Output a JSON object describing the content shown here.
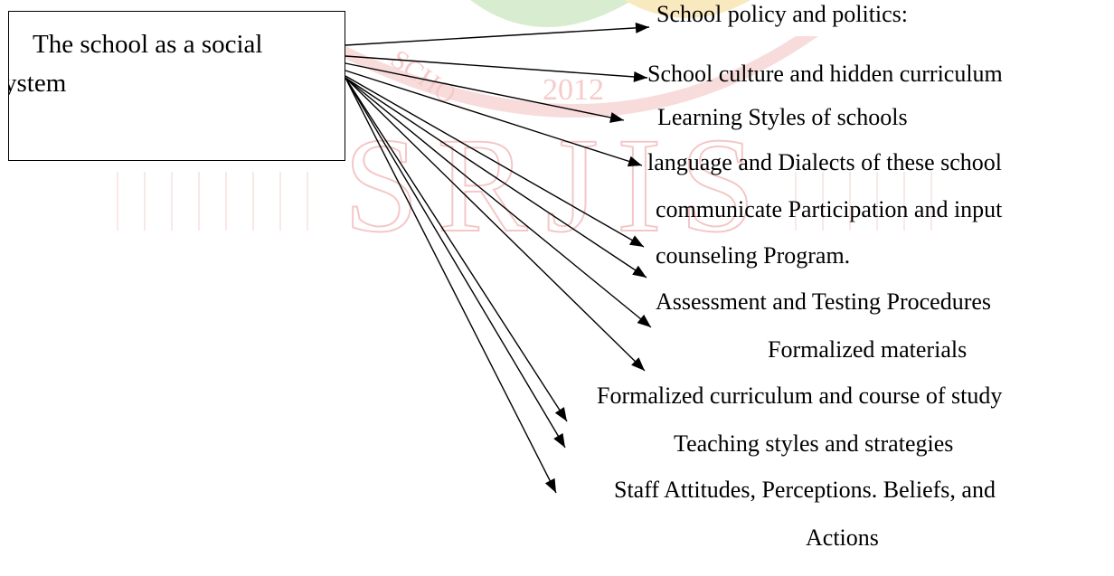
{
  "source": {
    "line1": "The school as a social",
    "line2": "ystem"
  },
  "targets": [
    "School policy and politics:",
    "School culture and hidden curriculum",
    "Learning Styles of schools",
    "language and Dialects of  these school",
    "communicate Participation and input",
    "counseling Program.",
    "Assessment and Testing Procedures",
    "Formalized materials",
    "Formalized curriculum and course of study",
    "Teaching styles and strategies",
    "Staff Attitudes, Perceptions. Beliefs, and",
    "Actions"
  ],
  "watermark": {
    "text_large": "SRJIS",
    "text_year": "2012",
    "text_arc": "SCHO",
    "color": "#f3a3a3"
  },
  "colors": {
    "line": "#000000",
    "watermark_green": "#9bd38c",
    "watermark_yellow": "#f5c542",
    "watermark_red": "#e85c5c"
  }
}
